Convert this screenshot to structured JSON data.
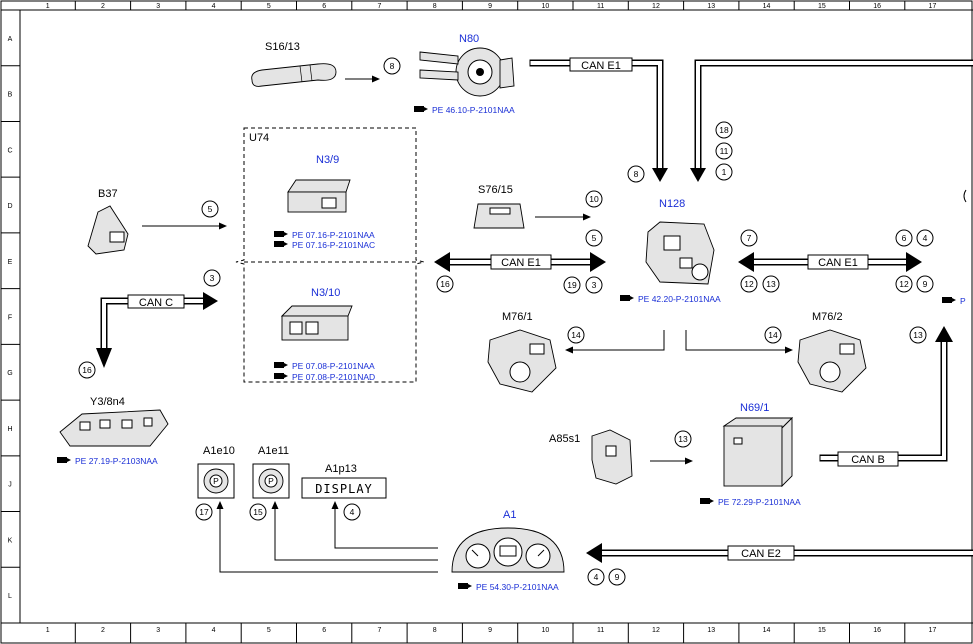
{
  "grid": {
    "cols": [
      "1",
      "2",
      "3",
      "4",
      "5",
      "6",
      "7",
      "8",
      "9",
      "10",
      "11",
      "12",
      "13",
      "14",
      "15",
      "16",
      "17"
    ],
    "rows": [
      "A",
      "B",
      "C",
      "D",
      "E",
      "F",
      "G",
      "H",
      "J",
      "K",
      "L"
    ]
  },
  "components": {
    "s16_13": "S16/13",
    "n80": "N80",
    "n80_ref": "PE 46.10-P-2101NAA",
    "u74": "U74",
    "n3_9": "N3/9",
    "n3_9_ref1": "PE 07.16-P-2101NAA",
    "n3_9_ref2": "PE 07.16-P-2101NAC",
    "n3_10": "N3/10",
    "n3_10_ref1": "PE 07.08-P-2101NAA",
    "n3_10_ref2": "PE 07.08-P-2101NAD",
    "b37": "B37",
    "s76_15": "S76/15",
    "n128": "N128",
    "n128_ref": "PE 42.20-P-2101NAA",
    "m76_1": "M76/1",
    "m76_2": "M76/2",
    "y3_8n4": "Y3/8n4",
    "y3_8n4_ref": "PE 27.19-P-2103NAA",
    "a85s1": "A85s1",
    "n69_1": "N69/1",
    "n69_1_ref": "PE 72.29-P-2101NAA",
    "a1e10": "A1e10",
    "a1e11": "A1e11",
    "a1p13": "A1p13",
    "display_text": "DISPLAY",
    "a1": "A1",
    "a1_ref": "PE 54.30-P-2101NAA",
    "lamp_glyph": "P"
  },
  "buses": {
    "can_e1_top": "CAN E1",
    "can_e1_mid": "CAN E1",
    "can_e1_right": "CAN E1",
    "can_c": "CAN C",
    "can_b": "CAN B",
    "can_e2": "CAN E2"
  },
  "signals": {
    "s8_top": "8",
    "s18": "18",
    "s11": "11",
    "s1": "1",
    "s8_mid": "8",
    "s5_b37": "5",
    "s3_canc": "3",
    "s16_left": "16",
    "s10": "10",
    "s5_mid": "5",
    "s19": "19",
    "s3_mid": "3",
    "s16_y3": "16",
    "s7": "7",
    "s12a": "12",
    "s13a": "13",
    "s6": "6",
    "s4_right": "4",
    "s12b": "12",
    "s9_right": "9",
    "s14_left": "14",
    "s14_right": "14",
    "s13_right": "13",
    "s13_a85": "13",
    "s17": "17",
    "s15": "15",
    "s4_a1p13": "4",
    "s4_bottom": "4",
    "s9_bottom": "9"
  },
  "ref_icon": "book-hand-icon"
}
